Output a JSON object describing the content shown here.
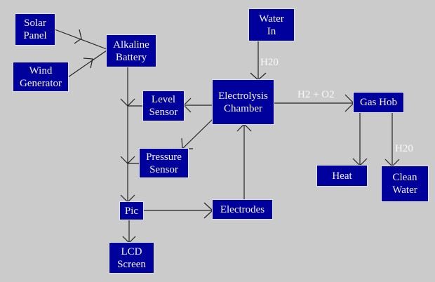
{
  "diagram": {
    "background": "#cbcbcb",
    "node_color": "#00009c",
    "text_color": "#f4f4f4",
    "nodes": {
      "solar_panel": "Solar\nPanel",
      "wind_generator": "Wind\nGenerator",
      "alkaline_battery": "Alkaline\nBattery",
      "water_in": "Water\nIn",
      "level_sensor": "Level\nSensor",
      "electrolysis_chamber": "Electrolysis\nChamber",
      "pressure_sensor": "Pressure\nSensor",
      "pic": "Pic",
      "electrodes": "Electrodes",
      "lcd_screen": "LCD\nScreen",
      "gas_hob": "Gas Hob",
      "heat": "Heat",
      "clean_water": "Clean\nWater"
    },
    "edge_labels": {
      "water_to_chamber": "H20",
      "chamber_to_gashob": "H2 + O2",
      "gashob_to_cleanwater": "H20"
    },
    "edges": [
      {
        "from": "Solar Panel",
        "to": "Alkaline Battery"
      },
      {
        "from": "Wind Generator",
        "to": "Alkaline Battery"
      },
      {
        "from": "Alkaline Battery",
        "to": "Pic"
      },
      {
        "from": "Level Sensor",
        "to": "Pic"
      },
      {
        "from": "Pressure Sensor",
        "to": "Pic"
      },
      {
        "from": "Electrolysis Chamber",
        "to": "Level Sensor"
      },
      {
        "from": "Electrolysis Chamber",
        "to": "Pressure Sensor"
      },
      {
        "from": "Water In",
        "to": "Electrolysis Chamber",
        "label": "H20"
      },
      {
        "from": "Electrodes",
        "to": "Electrolysis Chamber"
      },
      {
        "from": "Pic",
        "to": "Electrodes"
      },
      {
        "from": "Pic",
        "to": "LCD Screen"
      },
      {
        "from": "Electrolysis Chamber",
        "to": "Gas Hob",
        "label": "H2 + O2"
      },
      {
        "from": "Gas Hob",
        "to": "Heat"
      },
      {
        "from": "Gas Hob",
        "to": "Clean Water",
        "label": "H20"
      }
    ]
  }
}
